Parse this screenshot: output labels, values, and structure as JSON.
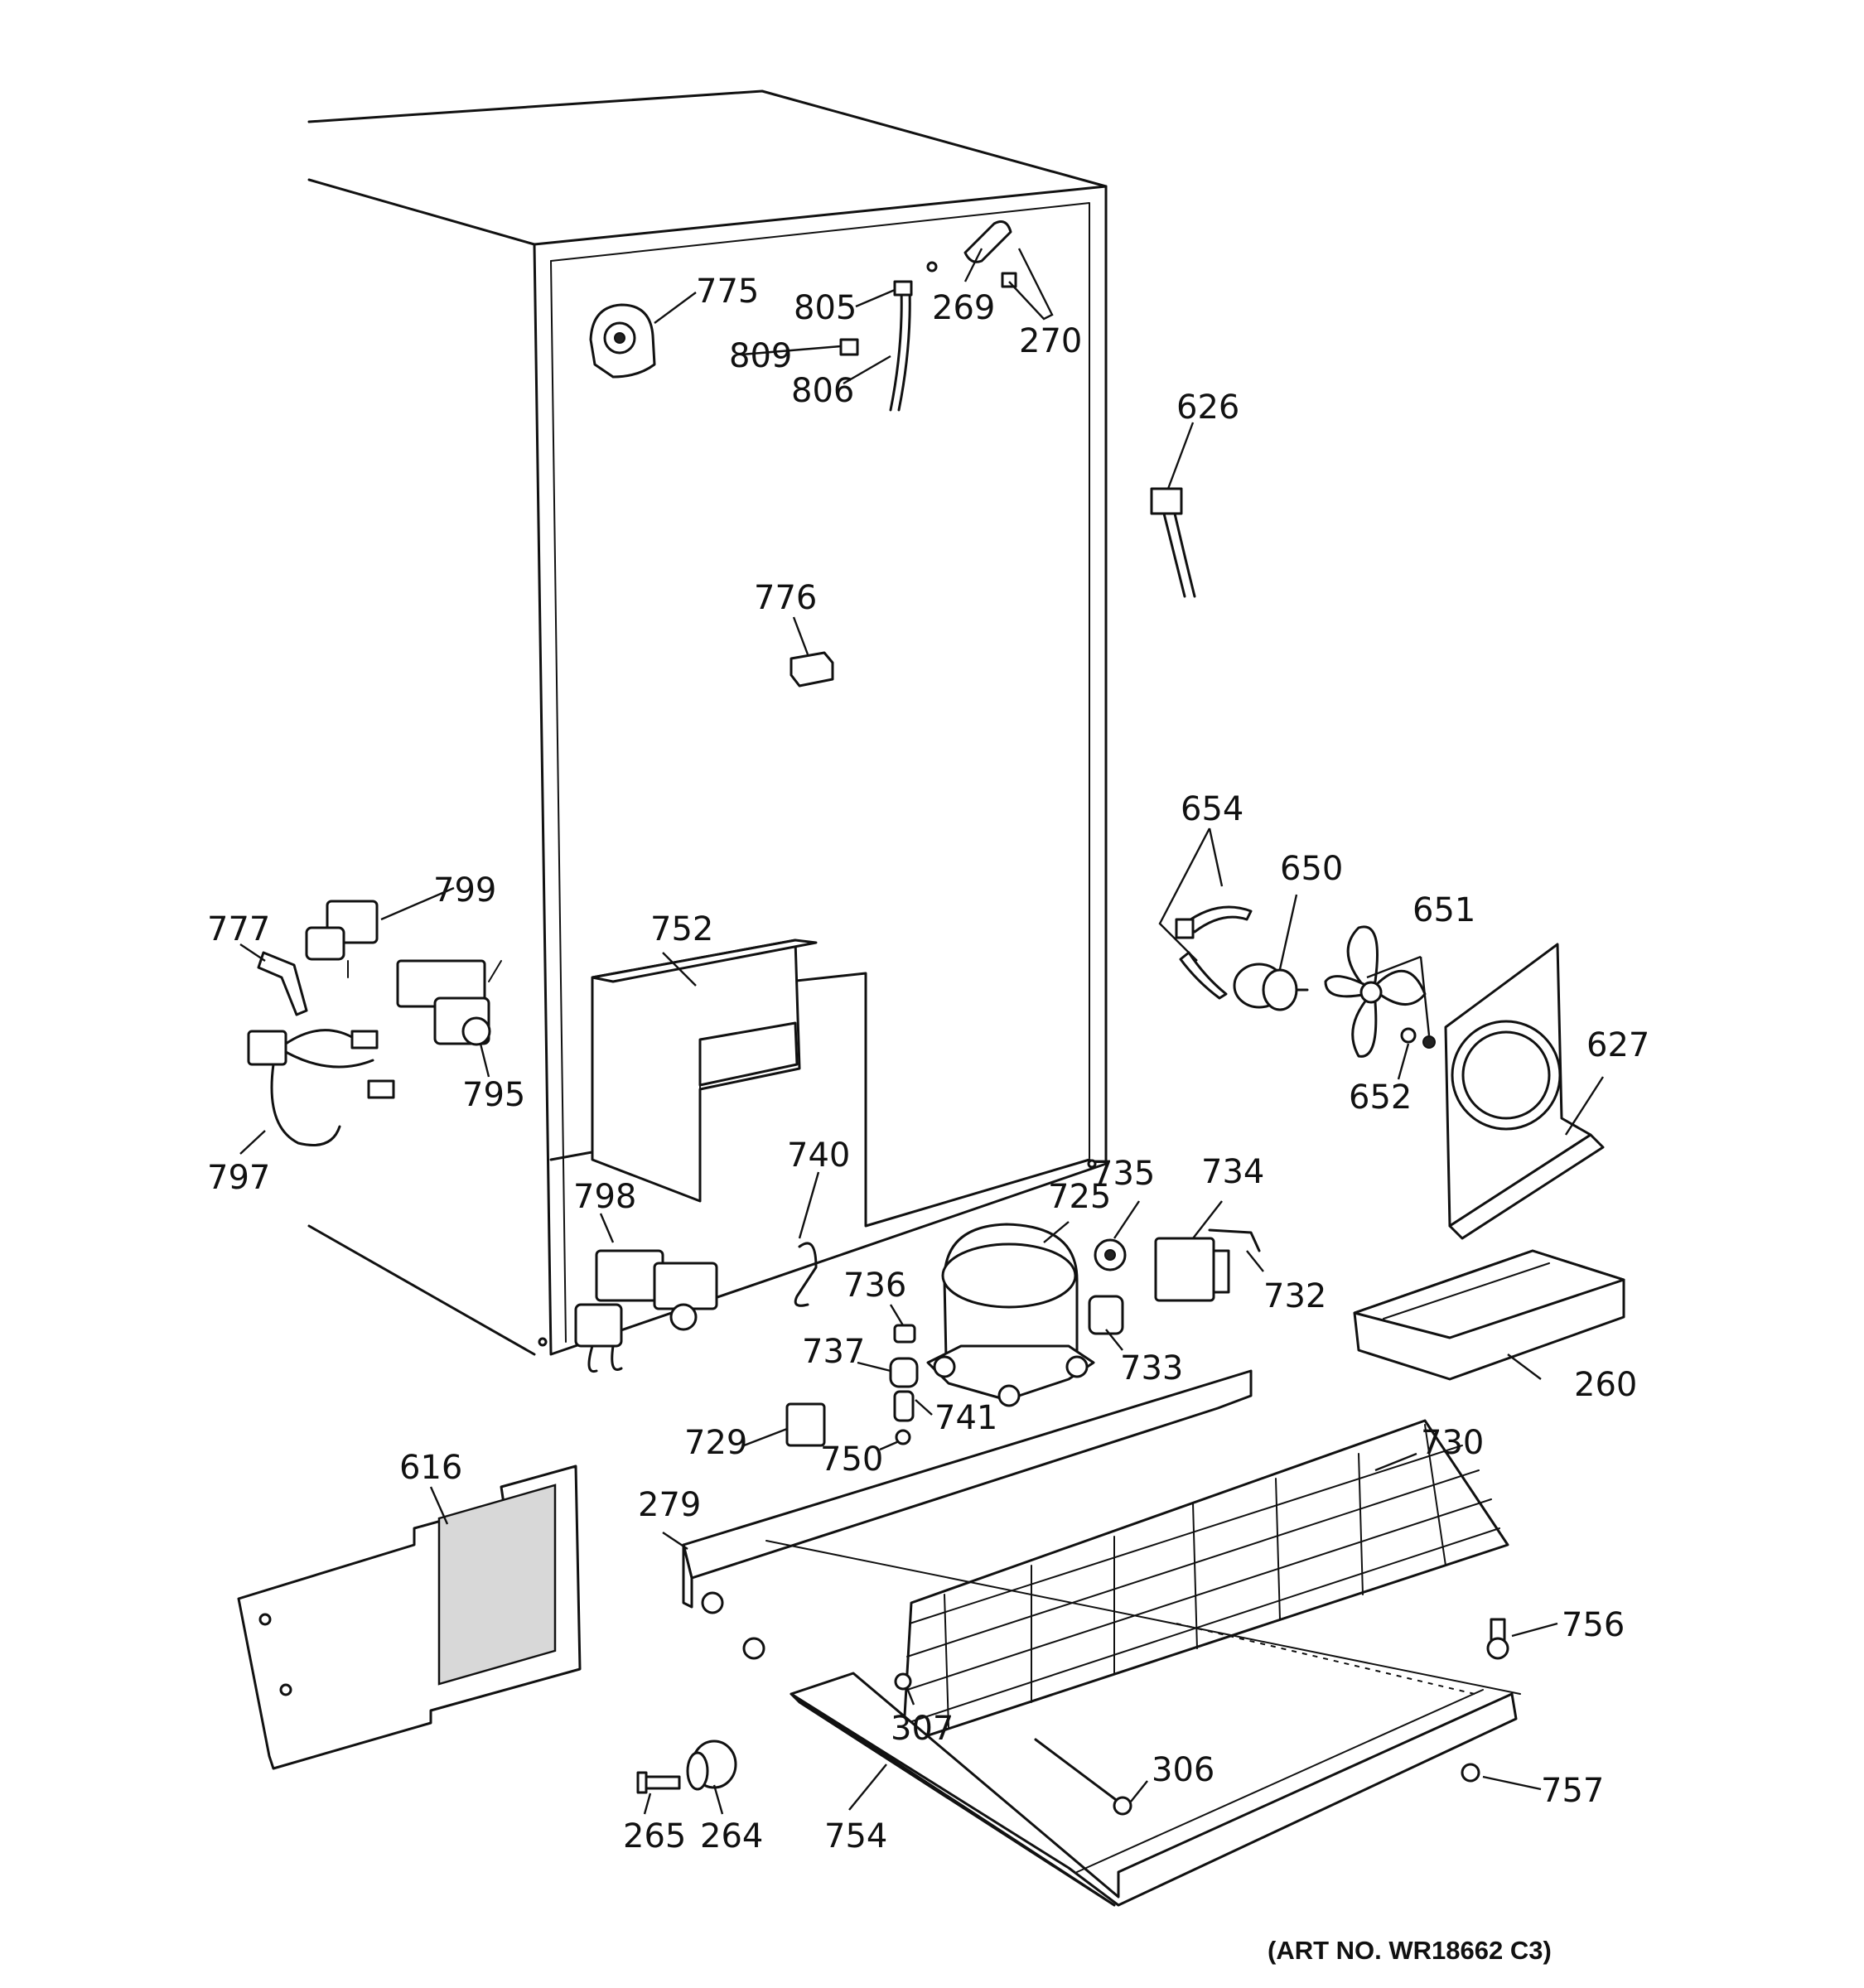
{
  "diagram": {
    "art_number": "(ART NO. WR18662 C3)",
    "part_labels": [
      "775",
      "805",
      "269",
      "270",
      "809",
      "806",
      "626",
      "776",
      "654",
      "650",
      "651",
      "652",
      "627",
      "799",
      "777",
      "752",
      "795",
      "797",
      "740",
      "798",
      "735",
      "734",
      "725",
      "732",
      "736",
      "737",
      "733",
      "741",
      "260",
      "729",
      "750",
      "730",
      "616",
      "279",
      "756",
      "307",
      "306",
      "265",
      "264",
      "754",
      "757"
    ]
  }
}
